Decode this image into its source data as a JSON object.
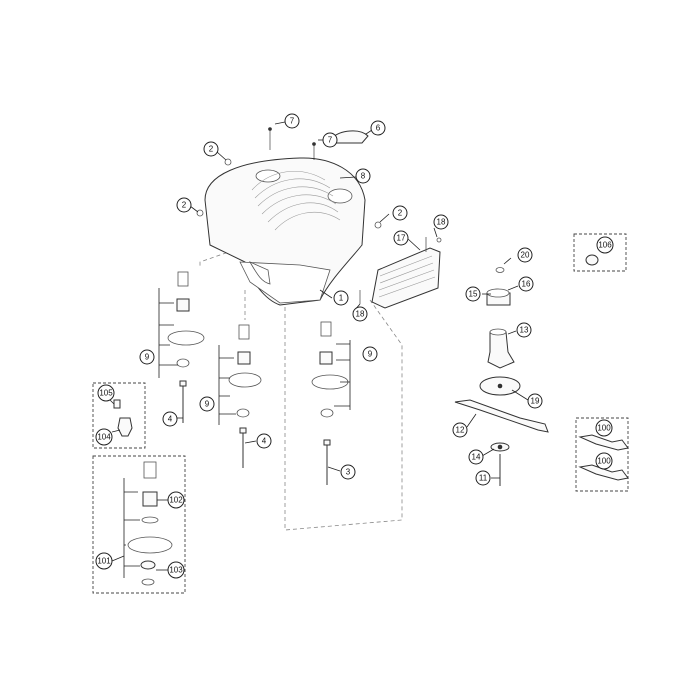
{
  "callouts": {
    "c7a": "7",
    "c7b": "7",
    "c6": "6",
    "c2a": "2",
    "c8": "8",
    "c2b": "2",
    "c2c": "2",
    "c18a": "18",
    "c17": "17",
    "c106": "106",
    "c20": "20",
    "c1": "1",
    "c18b": "18",
    "c15": "15",
    "c16": "16",
    "c13": "13",
    "c9a": "9",
    "c9b": "9",
    "c9c": "9",
    "c105": "105",
    "c104": "104",
    "c4a": "4",
    "c4b": "4",
    "c19": "19",
    "c12": "12",
    "c100a": "100",
    "c100b": "100",
    "c14": "14",
    "c3": "3",
    "c11": "11",
    "c102": "102",
    "c101": "101",
    "c103": "103"
  }
}
